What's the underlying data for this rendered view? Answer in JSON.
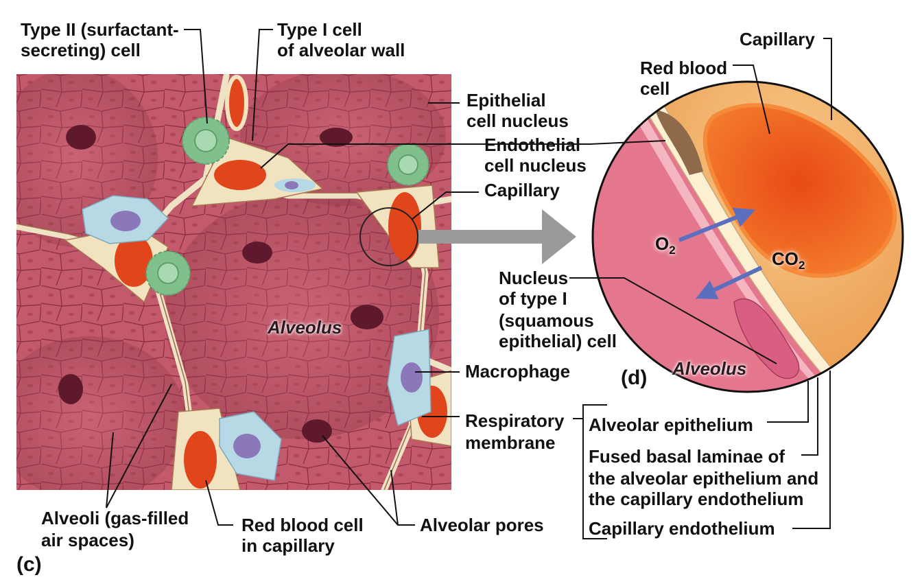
{
  "labels": {
    "type2_line1": "Type II (surfactant-",
    "type2_line2": "secreting) cell",
    "type1_line1": "Type I cell",
    "type1_line2": "of alveolar wall",
    "epithelial_line1": "Epithelial",
    "epithelial_line2": "cell nucleus",
    "endothelial_line1": "Endothelial",
    "endothelial_line2": "cell nucleus",
    "capillary_left": "Capillary",
    "macrophage": "Macrophage",
    "resp_line1": "Respiratory",
    "resp_line2": "membrane",
    "alveoli_line1": "Alveoli (gas-filled",
    "alveoli_line2": "air spaces)",
    "rbc_cap_line1": "Red blood cell",
    "rbc_cap_line2": "in capillary",
    "alveolar_pores": "Alveolar pores",
    "alveolus_left": "Alveolus",
    "panel_c": "(c)",
    "capillary_right": "Capillary",
    "rbc_right_line1": "Red blood",
    "rbc_right_line2": "cell",
    "nucleus_line1": "Nucleus",
    "nucleus_line2": "of type I",
    "nucleus_line3": "(squamous",
    "nucleus_line4": "epithelial) cell",
    "alveolus_right": "Alveolus",
    "panel_d": "(d)",
    "alveolar_epithelium": "Alveolar epithelium",
    "fused_line1": "Fused basal laminae of",
    "fused_line2": "the alveolar epithelium and",
    "fused_line3": "the capillary endothelium",
    "capillary_endothelium": "Capillary endothelium",
    "o2_base": "O",
    "o2_sub": "2",
    "co2_base": "CO",
    "co2_sub": "2"
  },
  "colors": {
    "tissue": "#c0596a",
    "tissue_dark": "#8e3346",
    "capillary_wall": "#f1e3bf",
    "red_blood_cell": "#e0451c",
    "type2_cell": "#7fc08c",
    "macrophage": "#b7d9e6",
    "macrophage_nucleus": "#8a78b8",
    "pore": "#5e1a2c",
    "alveolus_pink": "#e4778d",
    "capillary_orange": "#f2a95c",
    "rbc_orange": "#f0611e",
    "membrane_cream": "#fbf0d2",
    "arrow_blue": "#5b6fbe",
    "arrow_gray": "#9a9a9a"
  }
}
